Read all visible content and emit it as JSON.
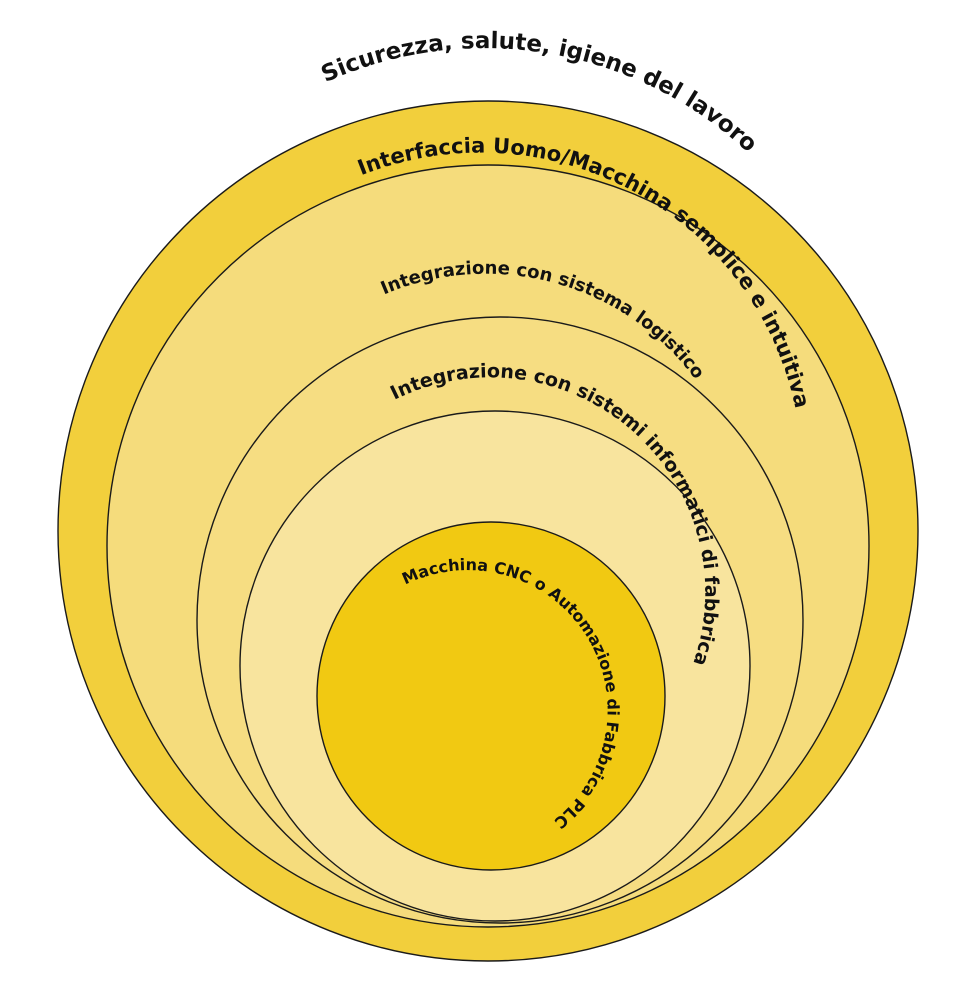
{
  "layers": [
    {
      "id": "safety",
      "label": "Sicurezza, salute, igiene del lavoro",
      "color": "#F2CF3C"
    },
    {
      "id": "hmi",
      "label": "Interfaccia Uomo/Macchina semplice e intuitiva",
      "color": "#F5DC7C"
    },
    {
      "id": "logistics",
      "label": "Integrazione con sistema logistico",
      "color": "#F6DD82"
    },
    {
      "id": "it-systems",
      "label": "Integrazione con sistemi informatici di fabbrica",
      "color": "#F8E49E"
    },
    {
      "id": "core",
      "label": "Macchina CNC o Automazione di Fabbrica PLC",
      "color": "#F1C912"
    }
  ]
}
